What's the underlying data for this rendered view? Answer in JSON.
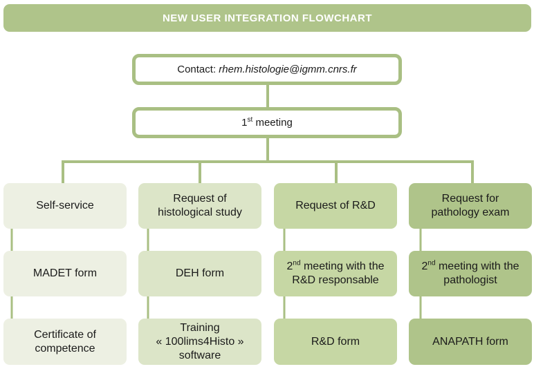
{
  "title": "NEW USER INTEGRATION FLOWCHART",
  "contact": {
    "label": "Contact: ",
    "email": "rhem.histologie@igmm.cnrs.fr"
  },
  "meeting1": {
    "num": "1",
    "sup": "st",
    "text": " meeting"
  },
  "columns": [
    {
      "header": [
        "Self-service"
      ],
      "step2": [
        "MADET form"
      ],
      "step3": [
        "Certificate of",
        "competence"
      ]
    },
    {
      "header": [
        "Request of",
        "histological study"
      ],
      "step2": [
        "DEH form"
      ],
      "step3": [
        "Training",
        "« 100lims4Histo »",
        "software"
      ]
    },
    {
      "header": [
        "Request of R&D"
      ],
      "step2": {
        "num": "2",
        "sup": "nd",
        "rest": " meeting with the",
        "line2": "R&D responsable"
      },
      "step3": [
        "R&D form"
      ]
    },
    {
      "header": [
        "Request for",
        "pathology exam"
      ],
      "step2": {
        "num": "2",
        "sup": "nd",
        "rest": " meeting with the",
        "line2": "pathologist"
      },
      "step3": [
        "ANAPATH form"
      ]
    }
  ],
  "colors": {
    "line": "#a9bf83",
    "banner": "#afc48a",
    "col1": "#edf0e3",
    "col2": "#dce5c8",
    "col3": "#c6d7a4",
    "col4": "#afc48a"
  }
}
